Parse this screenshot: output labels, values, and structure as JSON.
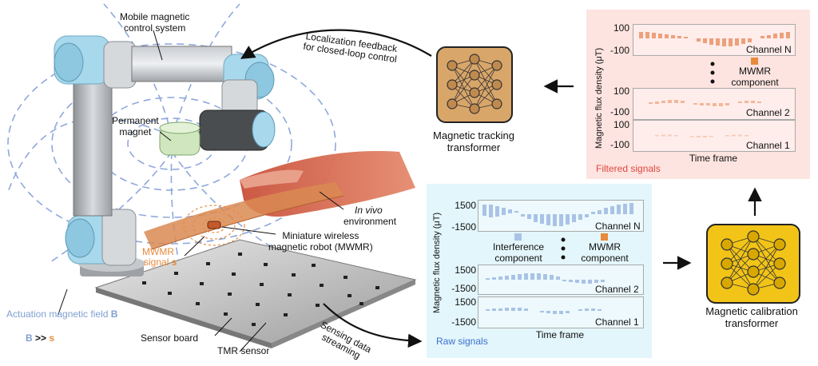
{
  "labels": {
    "mobile_control": "Mobile magnetic\ncontrol system",
    "localization": "Localization feedback\nfor closed-loop control",
    "permanent_magnet": "Permanent\nmagnet",
    "in_vivo_1": "In vivo",
    "in_vivo_2": "environment",
    "mwmr_robot": "Miniature wireless\nmagnetic robot (MWMR)",
    "mwmr_signal_1": "MWMR",
    "mwmr_signal_2": "signal ",
    "mwmr_signal_s": "s",
    "actuation": "Actuation magnetic field ",
    "actuation_B": "B",
    "b_gg_s_B": "B",
    "b_gg_s_op": " >> ",
    "b_gg_s_s": "s",
    "sensor_board": "Sensor board",
    "tmr_sensor": "TMR sensor",
    "sensing_streaming": "Sensing data\nstreaming",
    "tracking_transformer": "Magnetic tracking\ntransformer",
    "calibration_transformer": "Magnetic calibration\ntransformer"
  },
  "raw_panel": {
    "title": "Raw signals",
    "ylabel": "Magnetic flux density (μT)",
    "xlabel": "Time frame",
    "interference": "Interference\ncomponent",
    "mwmr_component": "MWMR\ncomponent",
    "channels": [
      {
        "name": "Channel N",
        "ymax": "1500",
        "ymin": "-1500"
      },
      {
        "name": "Channel 2",
        "ymax": "1500",
        "ymin": "-1500"
      },
      {
        "name": "Channel 1",
        "ymax": "1500",
        "ymin": "-1500"
      }
    ]
  },
  "filtered_panel": {
    "title": "Filtered signals",
    "ylabel": "Magnetic flux density (μT)",
    "xlabel": "Time frame",
    "mwmr_component": "MWMR\ncomponent",
    "channels": [
      {
        "name": "Channel N",
        "ymax": "100",
        "ymin": "-100"
      },
      {
        "name": "Channel 2",
        "ymax": "100",
        "ymin": "-100"
      },
      {
        "name": "Channel 1",
        "ymax": "100",
        "ymin": "-100"
      }
    ]
  },
  "colors": {
    "field_line": "#8fa8dc",
    "orange": "#e88a3c",
    "red_text": "#e0473e",
    "blue_text": "#3a6fd0",
    "tracking_box": "#d9a66a",
    "calibration_box": "#f2c417",
    "raw_panel_bg": "#e3f6fb",
    "filtered_panel_bg": "#fde4e0"
  }
}
